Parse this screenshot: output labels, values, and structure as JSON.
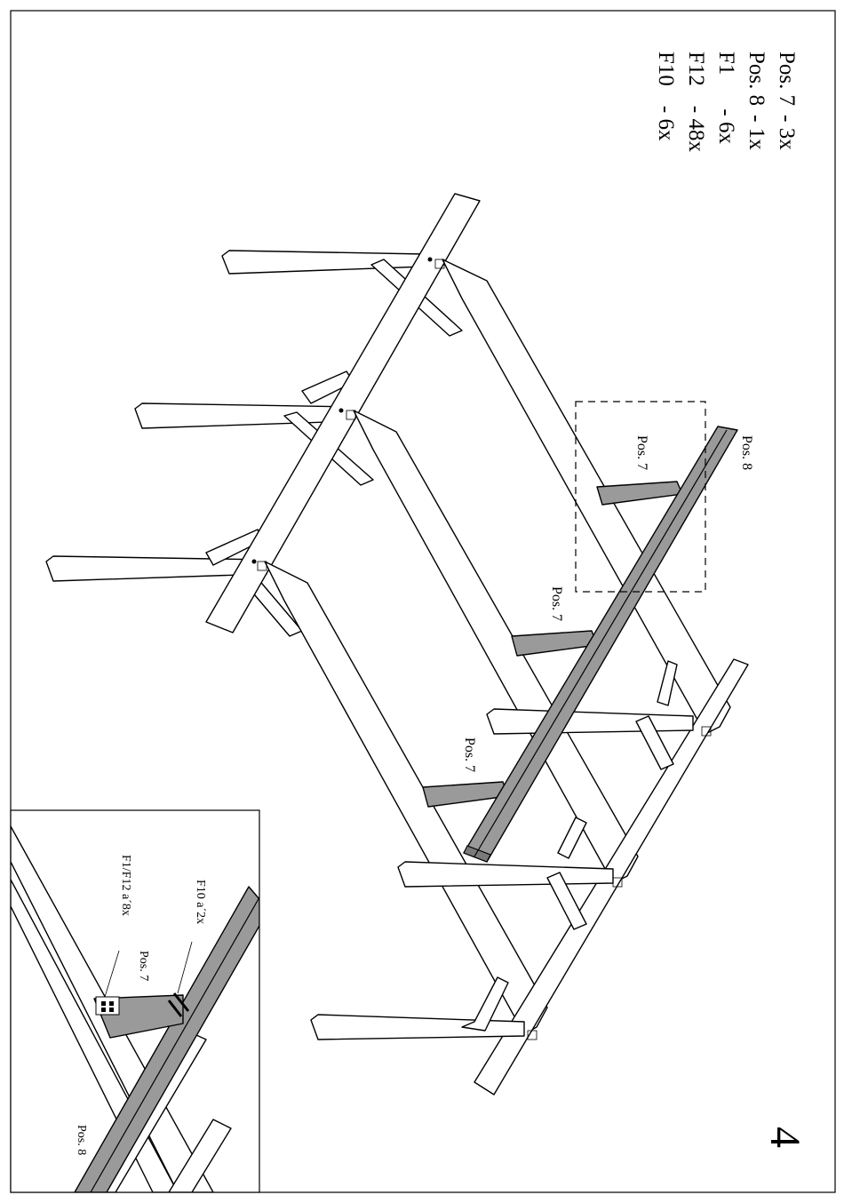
{
  "page": {
    "step_number": "4"
  },
  "parts_list": [
    {
      "pos": "Pos. 7",
      "qty": "- 3x"
    },
    {
      "pos": "Pos. 8",
      "qty": "- 1x"
    },
    {
      "pos": "F1",
      "qty": "- 6x"
    },
    {
      "pos": "F12",
      "qty": "- 48x"
    },
    {
      "pos": "F10",
      "qty": "- 6x"
    }
  ],
  "callouts": {
    "pos8_main": "Pos. 8",
    "pos7_a": "Pos. 7",
    "pos7_b": "Pos. 7",
    "pos7_c": "Pos. 7"
  },
  "detail": {
    "f10_label": "F10 a´2x",
    "f1f12_label": "F1/F12 a´8x",
    "pos7_label": "Pos. 7",
    "pos8_label": "Pos. 8"
  },
  "colors": {
    "highlight_grey": "#9a9a9a",
    "line": "#000000"
  }
}
